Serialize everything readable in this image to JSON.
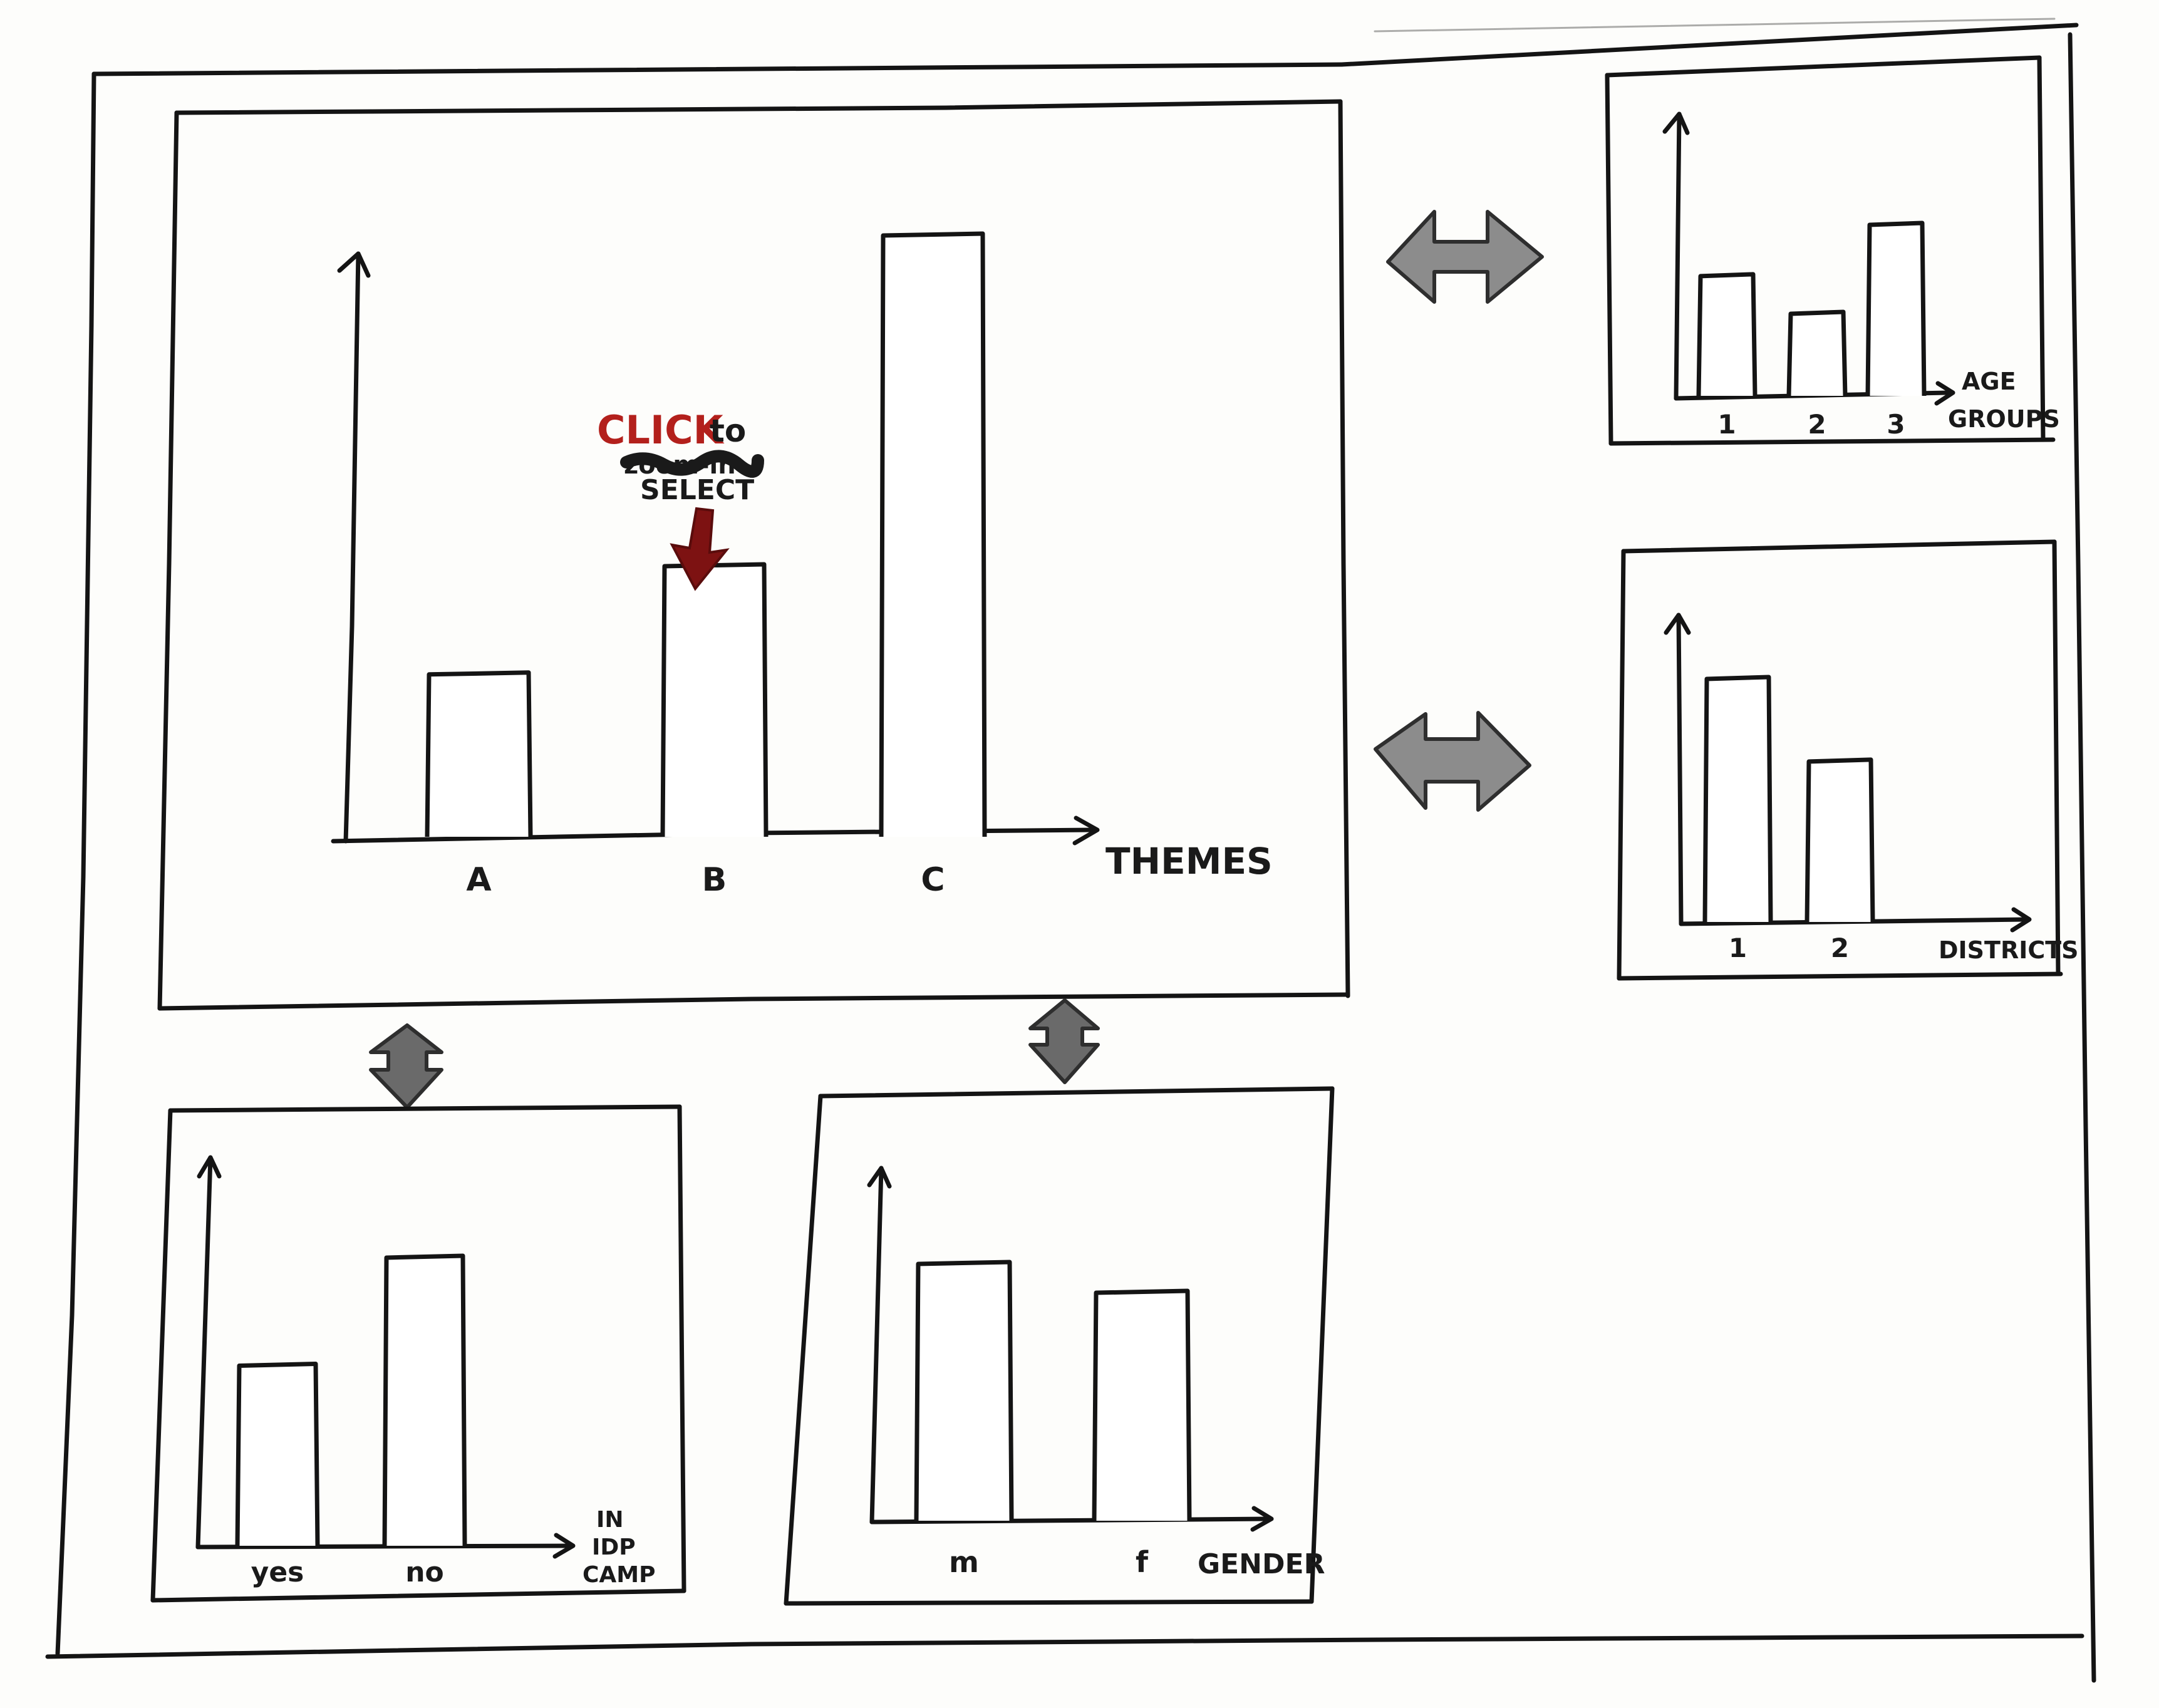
{
  "annotation": {
    "click": "CLICK",
    "to": "to",
    "struck_word": "zoom-in",
    "action": "SELECT"
  },
  "colors": {
    "ink": "#141414",
    "click_text": "#b3201c",
    "pointer_arrow": "#7d1212",
    "link_arrow": "#8c8c8c",
    "paper": "#fdfdfb"
  },
  "icons": {
    "link_arrow": "double-headed-arrow-icon",
    "pointer": "down-arrow-icon"
  },
  "chart_data": [
    {
      "id": "themes",
      "type": "bar",
      "categories": [
        "A",
        "B",
        "C"
      ],
      "values": [
        27,
        45,
        100
      ],
      "xlabel": "THEMES",
      "selected": "B"
    },
    {
      "id": "age",
      "type": "bar",
      "categories": [
        "1",
        "2",
        "3"
      ],
      "values": [
        70,
        48,
        100
      ],
      "xlabel_lines": [
        "AGE",
        "GROUPS"
      ]
    },
    {
      "id": "districts",
      "type": "bar",
      "categories": [
        "1",
        "2"
      ],
      "values": [
        100,
        66
      ],
      "xlabel": "DISTRICTS"
    },
    {
      "id": "idp",
      "type": "bar",
      "categories": [
        "yes",
        "no"
      ],
      "values": [
        60,
        96
      ],
      "xlabel_lines": [
        "IN",
        "IDP",
        "CAMP"
      ]
    },
    {
      "id": "gender",
      "type": "bar",
      "categories": [
        "m",
        "f"
      ],
      "values": [
        98,
        87
      ],
      "xlabel": "GENDER"
    }
  ]
}
